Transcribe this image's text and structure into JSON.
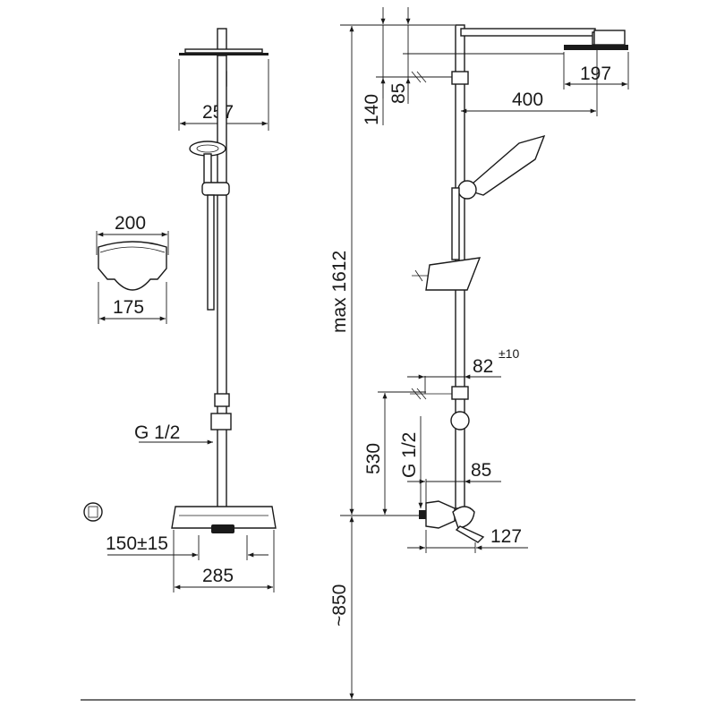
{
  "drawing": {
    "front_view": {
      "head_shower_width": "257",
      "soap_shelf_width_top": "200",
      "soap_shelf_width_bottom": "175",
      "inlet_thread": "G 1/2",
      "inlet_spacing": "150±15",
      "thermostat_width": "285"
    },
    "side_view": {
      "top_offset": "140",
      "bracket_offset": "85",
      "head_shower_diameter": "197",
      "arm_projection": "400",
      "max_height": "max 1612",
      "lower_bracket_depth": "82",
      "lower_bracket_tolerance": "±10",
      "inlet_to_bracket_height": "530",
      "inlet_thread": "G 1/2",
      "bar_projection": "85",
      "mixer_projection": "127",
      "floor_height": "~850"
    }
  }
}
